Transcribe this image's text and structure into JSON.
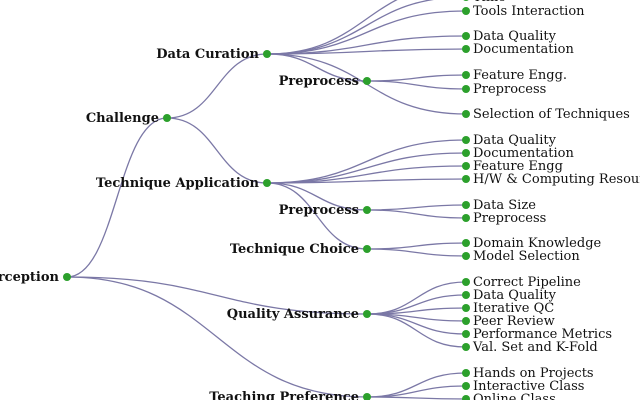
{
  "diagram": {
    "type": "tree",
    "colors": {
      "node": "#2ca02c",
      "link": "#7b78a6",
      "text": "#111111"
    },
    "root": {
      "id": "perception",
      "label": "Perception",
      "children": [
        {
          "id": "challenge",
          "label": "Challenge",
          "children": [
            {
              "id": "data-curation",
              "label": "Data Curation",
              "children": [
                {
                  "id": "dc-hidden-1",
                  "label": ""
                },
                {
                  "id": "dc-time",
                  "label": "Time"
                },
                {
                  "id": "dc-tools-interaction",
                  "label": "Tools Interaction"
                },
                {
                  "id": "dc-data-quality",
                  "label": "Data Quality"
                },
                {
                  "id": "dc-documentation",
                  "label": "Documentation"
                },
                {
                  "id": "dc-preprocess",
                  "label": "Preprocess",
                  "children": [
                    {
                      "id": "dcp-feature-engg",
                      "label": "Feature Engg."
                    },
                    {
                      "id": "dcp-preprocess",
                      "label": "Preprocess"
                    }
                  ]
                },
                {
                  "id": "dc-selection-of-techniques",
                  "label": "Selection of Techniques"
                }
              ]
            },
            {
              "id": "technique-application",
              "label": "Technique Application",
              "children": [
                {
                  "id": "ta-data-quality",
                  "label": "Data Quality"
                },
                {
                  "id": "ta-documentation",
                  "label": "Documentation"
                },
                {
                  "id": "ta-feature-engg",
                  "label": "Feature Engg"
                },
                {
                  "id": "ta-hw-computing-resource",
                  "label": "H/W & Computing Resource"
                },
                {
                  "id": "ta-preprocess",
                  "label": "Preprocess",
                  "children": [
                    {
                      "id": "tap-data-size",
                      "label": "Data Size"
                    },
                    {
                      "id": "tap-preprocess",
                      "label": "Preprocess"
                    }
                  ]
                },
                {
                  "id": "ta-technique-choice",
                  "label": "Technique Choice",
                  "children": [
                    {
                      "id": "tc-domain-knowledge",
                      "label": "Domain Knowledge"
                    },
                    {
                      "id": "tc-model-selection",
                      "label": "Model Selection"
                    }
                  ]
                }
              ]
            }
          ]
        },
        {
          "id": "quality-assurance",
          "label": "Quality Assurance",
          "children": [
            {
              "id": "qa-correct-pipeline",
              "label": "Correct Pipeline"
            },
            {
              "id": "qa-data-quality",
              "label": "Data Quality"
            },
            {
              "id": "qa-iterative-qc",
              "label": "Iterative QC"
            },
            {
              "id": "qa-peer-review",
              "label": "Peer Review"
            },
            {
              "id": "qa-performance-metrics",
              "label": "Performance Metrics"
            },
            {
              "id": "qa-val-set-kfold",
              "label": "Val. Set and K-Fold"
            }
          ]
        },
        {
          "id": "teaching-preference",
          "label": "Teaching Preference",
          "children": [
            {
              "id": "tp-hands-on-projects",
              "label": "Hands on Projects"
            },
            {
              "id": "tp-interactive-class",
              "label": "Interactive Class"
            },
            {
              "id": "tp-online-class",
              "label": "Online Class"
            }
          ]
        }
      ]
    }
  }
}
